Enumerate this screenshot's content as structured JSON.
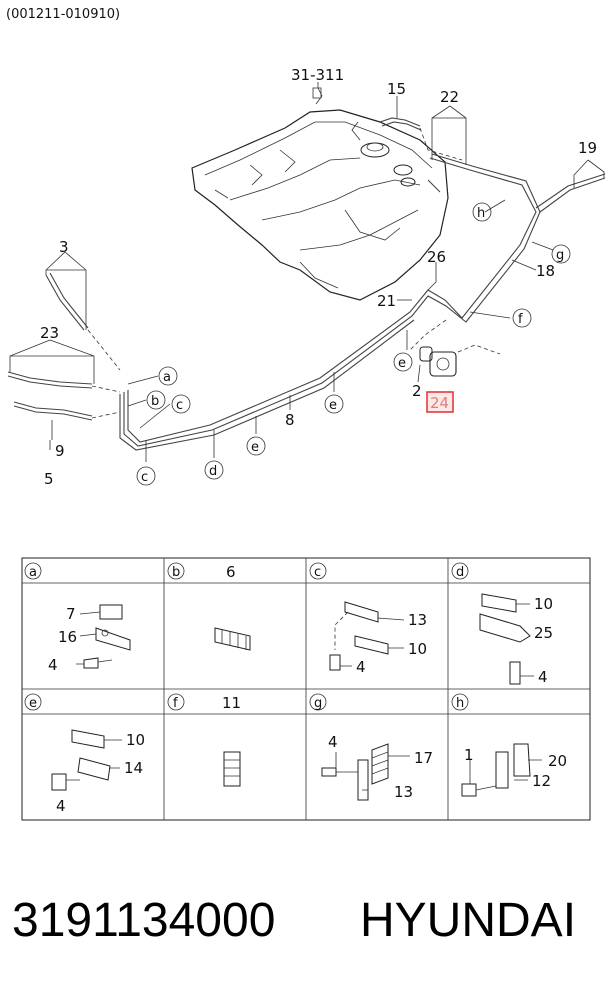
{
  "header": {
    "code": "(001211-010910)"
  },
  "callouts": {
    "c31_311": "31-311",
    "c15": "15",
    "c22": "22",
    "c19": "19",
    "c3": "3",
    "c23": "23",
    "c9": "9",
    "c5": "5",
    "c26": "26",
    "c18": "18",
    "c21": "21",
    "c8": "8",
    "c2": "2",
    "c24": "24",
    "ref_a": "a",
    "ref_b": "b",
    "ref_c": "c",
    "ref_c2": "c",
    "ref_d": "d",
    "ref_e1": "e",
    "ref_e2": "e",
    "ref_e3": "e",
    "ref_f": "f",
    "ref_g": "g",
    "ref_h": "h"
  },
  "highlight_color": "#e23b3b",
  "table": {
    "cells": [
      {
        "key": "a",
        "title": "",
        "parts": [
          "7",
          "16",
          "4"
        ]
      },
      {
        "key": "b",
        "title": "6",
        "parts": []
      },
      {
        "key": "c",
        "title": "",
        "parts": [
          "13",
          "10",
          "4"
        ]
      },
      {
        "key": "d",
        "title": "",
        "parts": [
          "10",
          "25",
          "4"
        ]
      },
      {
        "key": "e",
        "title": "",
        "parts": [
          "10",
          "14",
          "4"
        ]
      },
      {
        "key": "f",
        "title": "11",
        "parts": []
      },
      {
        "key": "g",
        "title": "",
        "parts": [
          "4",
          "17",
          "13"
        ]
      },
      {
        "key": "h",
        "title": "",
        "parts": [
          "1",
          "20",
          "12"
        ]
      }
    ]
  },
  "footer": {
    "part_number": "3191134000",
    "brand": "HYUNDAI"
  }
}
